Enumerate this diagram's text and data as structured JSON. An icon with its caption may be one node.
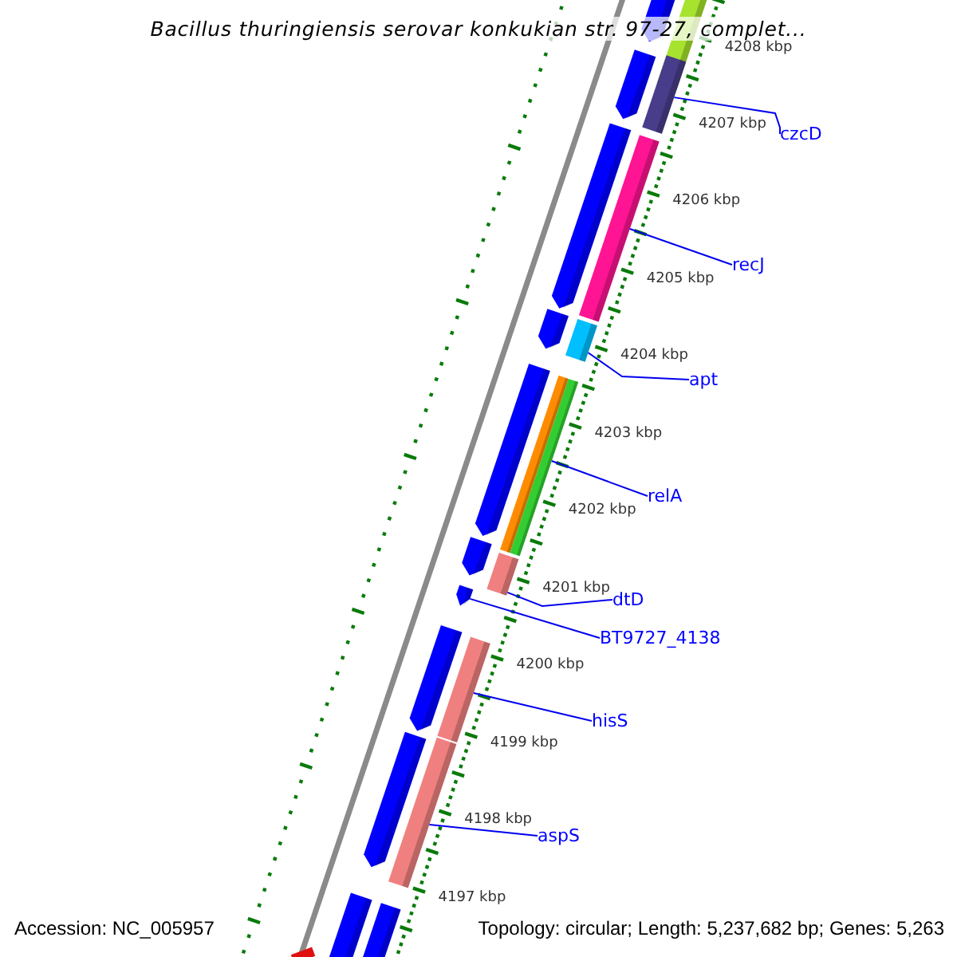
{
  "diagram": {
    "title": "Bacillus thuringiensis serovar konkukian str. 97-27, complet...",
    "nodes": [
      {
        "text": [
          "czcD"
        ]
      },
      {
        "text": [
          "recJ"
        ]
      },
      {
        "text": [
          "apt"
        ]
      },
      {
        "text": [
          "relA"
        ]
      },
      {
        "text": [
          "dtD"
        ]
      },
      {
        "text": [
          "BT9727_4138"
        ]
      },
      {
        "text": [
          "hisS"
        ]
      },
      {
        "text": [
          "aspS"
        ]
      },
      {
        "text": [],
        "shape": "bar"
      },
      {
        "text": [],
        "shape": "bar"
      },
      {
        "text": [],
        "shape": "bar"
      },
      {
        "text": [],
        "shape": "bar"
      },
      {
        "text": [],
        "shape": "bar"
      },
      {
        "text": [],
        "shape": "bar"
      },
      {
        "text": [],
        "shape": "bar"
      },
      {
        "text": [],
        "shape": "bar"
      }
    ],
    "edges": [
      {
        "from": 0,
        "to": 8,
        "arrow": "none"
      },
      {
        "from": 1,
        "to": 9,
        "arrow": "none"
      },
      {
        "from": 2,
        "to": 10,
        "arrow": "none"
      },
      {
        "from": 3,
        "to": 11,
        "arrow": "none"
      },
      {
        "from": 4,
        "to": 12,
        "arrow": "none"
      },
      {
        "from": 5,
        "to": 13,
        "arrow": "none"
      },
      {
        "from": 6,
        "to": 14,
        "arrow": "none"
      },
      {
        "from": 7,
        "to": 15,
        "arrow": "none"
      }
    ],
    "labels": [
      "4208 kbp",
      "4207 kbp",
      "4206 kbp",
      "4205 kbp",
      "4204 kbp",
      "4203 kbp",
      "4202 kbp",
      "4201 kbp",
      "4200 kbp",
      "4199 kbp",
      "4198 kbp",
      "4197 kbp",
      "Accession: NC_005957",
      "Topology: circular; Length: 5,237,682 bp; Genes: 5,263"
    ]
  }
}
